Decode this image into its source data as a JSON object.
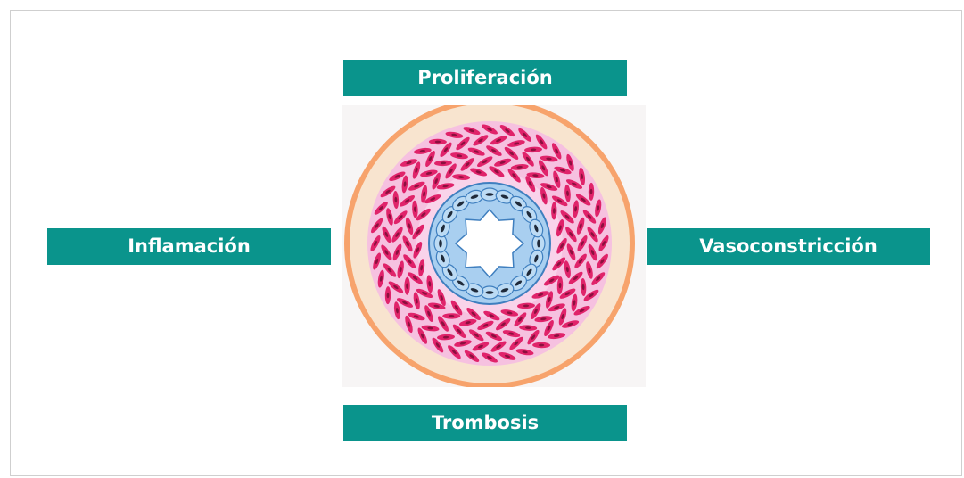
{
  "colors": {
    "label_bg": "#0a948c",
    "label_text": "#ffffff",
    "adventitia": "#f8e4cf",
    "adventitia_ring": "#f7a36c",
    "media": "#f6c1e0",
    "smooth_muscle_cell": "#e0236a",
    "smooth_muscle_nucleus": "#8c0f3f",
    "endothelium": "#a9cff0",
    "endothelium_outline": "#3f7fbf",
    "endothelial_nucleus": "#1f2a3a",
    "lumen": "#ffffff"
  },
  "labels": {
    "top": "Proliferación",
    "bottom": "Trombosis",
    "left": "Inflamación",
    "right": "Vasoconstricción"
  },
  "illustration": {
    "icon": "blood-vessel-cross-section-icon"
  }
}
